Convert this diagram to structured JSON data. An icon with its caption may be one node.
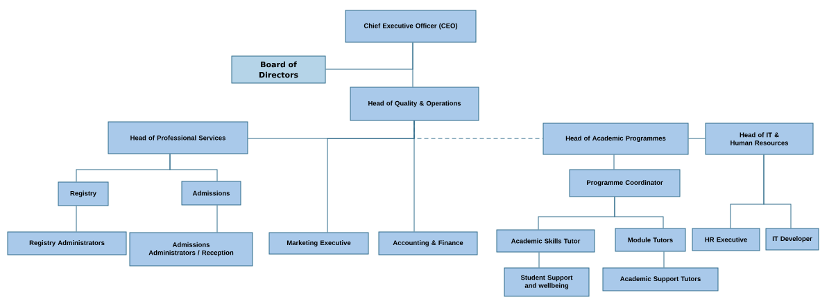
{
  "diagram": {
    "nodes": [
      {
        "text": [
          "Chief Executive Officer (CEO)"
        ]
      },
      {
        "text": [
          "Board of Directors"
        ]
      },
      {
        "text": [
          "Head of Quality & Operations"
        ]
      },
      {
        "text": [
          "Head of Professional Services"
        ]
      },
      {
        "text": [
          "Head of Academic Programmes"
        ]
      },
      {
        "text": [
          "Head of IT & Human Resources"
        ]
      },
      {
        "text": [
          "Registry"
        ]
      },
      {
        "text": [
          "Admissions"
        ]
      },
      {
        "text": [
          "Registry Administrators"
        ]
      },
      {
        "text": [
          "Admissions Administrators / Reception"
        ]
      },
      {
        "text": [
          "Marketing Executive"
        ]
      },
      {
        "text": [
          "Accounting & Finance"
        ]
      },
      {
        "text": [
          "Programme Coordinator"
        ]
      },
      {
        "text": [
          "Academic Skills Tutor"
        ]
      },
      {
        "text": [
          "Module Tutors"
        ]
      },
      {
        "text": [
          "HR Executive"
        ]
      },
      {
        "text": [
          "IT Developer"
        ]
      },
      {
        "text": [
          "Student Support and wellbeing"
        ]
      },
      {
        "text": [
          "Academic Support Tutors"
        ]
      }
    ],
    "edges": [
      {
        "from": 0,
        "to": 2,
        "arrow": "none"
      },
      {
        "from": 0,
        "to": 1,
        "arrow": "none"
      },
      {
        "from": 2,
        "to": 3,
        "arrow": "none"
      },
      {
        "from": 2,
        "to": 10,
        "arrow": "none"
      },
      {
        "from": 2,
        "to": 11,
        "arrow": "none"
      },
      {
        "from": 2,
        "to": 4,
        "arrow": "none",
        "style": "dashed"
      },
      {
        "from": 4,
        "to": 5,
        "arrow": "none"
      },
      {
        "from": 4,
        "to": 12,
        "arrow": "none"
      },
      {
        "from": 12,
        "to": 13,
        "arrow": "none"
      },
      {
        "from": 12,
        "to": 14,
        "arrow": "none"
      },
      {
        "from": 5,
        "to": 15,
        "arrow": "none"
      },
      {
        "from": 5,
        "to": 16,
        "arrow": "none"
      },
      {
        "from": 13,
        "to": 17,
        "arrow": "none"
      },
      {
        "from": 14,
        "to": 18,
        "arrow": "none"
      },
      {
        "from": 3,
        "to": 6,
        "arrow": "none"
      },
      {
        "from": 3,
        "to": 7,
        "arrow": "none"
      },
      {
        "from": 6,
        "to": 8,
        "arrow": "none"
      },
      {
        "from": 7,
        "to": 9,
        "arrow": "none"
      }
    ]
  }
}
